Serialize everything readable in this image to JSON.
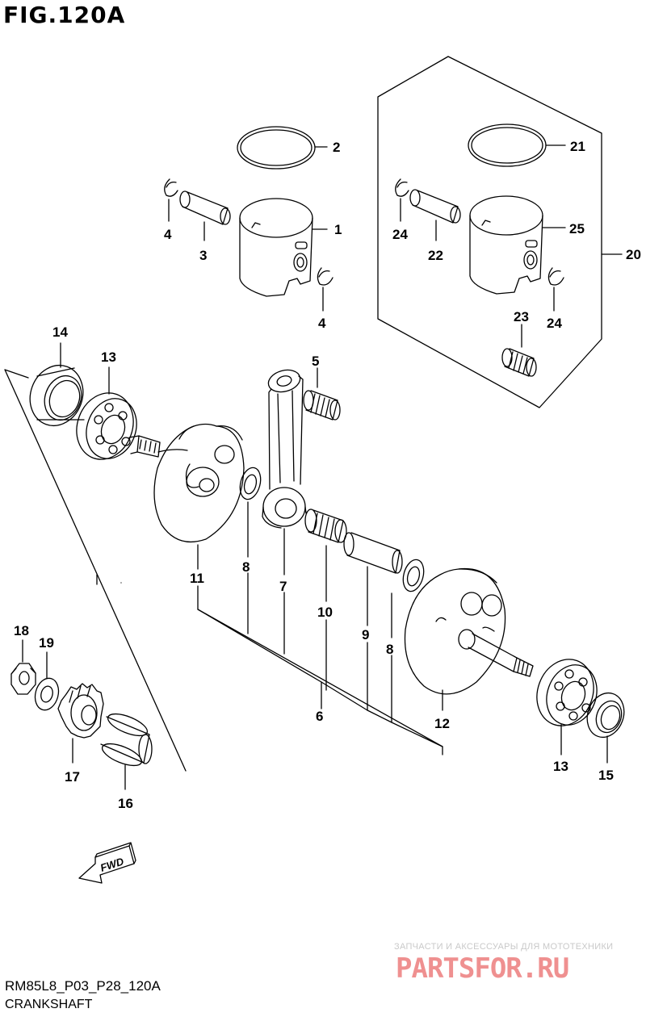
{
  "figure": {
    "title": "FIG.120A"
  },
  "footer": {
    "code": "RM85L8_P03_P28_120A",
    "name": "CRANKSHAFT"
  },
  "watermark": {
    "tagline": "ЗАПЧАСТИ И АКСЕССУАРЫ ДЛЯ МОТОТЕХНИКИ",
    "logo": "PARTSFOR.RU"
  },
  "fwd_arrow": {
    "label": "FWD"
  },
  "callouts": [
    "1",
    "2",
    "3",
    "4",
    "4",
    "5",
    "6",
    "7",
    "8",
    "8",
    "9",
    "10",
    "11",
    "12",
    "13",
    "13",
    "14",
    "15",
    "16",
    "17",
    "18",
    "19",
    "20",
    "21",
    "22",
    "23",
    "24",
    "24",
    "25"
  ]
}
